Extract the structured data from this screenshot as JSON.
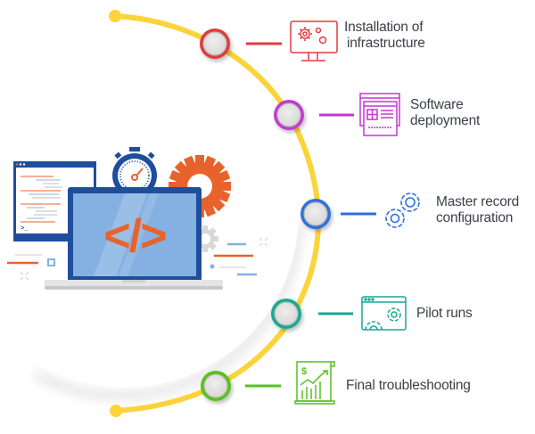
{
  "title": "Implementation process",
  "colors": {
    "arc": "#fcd33a",
    "node_fill": "#e4e3e2"
  },
  "steps": [
    {
      "label_line1": "Installation of",
      "label_line2": "infrastructure",
      "color": "#e5393d",
      "icon": "monitor-gears-icon"
    },
    {
      "label_line1": "Software",
      "label_line2": "deployment",
      "color": "#c437d4",
      "icon": "app-windows-icon"
    },
    {
      "label_line1": "Master record",
      "label_line2": "configuration",
      "color": "#2f6fe0",
      "icon": "gears-icon"
    },
    {
      "label_line1": "Pilot runs",
      "label_line2": "",
      "color": "#16a993",
      "icon": "browser-gears-icon"
    },
    {
      "label_line1": "Final troubleshooting",
      "label_line2": "",
      "color": "#55c21e",
      "icon": "financial-report-icon"
    }
  ],
  "illustration": {
    "code_symbol": "</>",
    "terminal_prompt": ">_"
  }
}
